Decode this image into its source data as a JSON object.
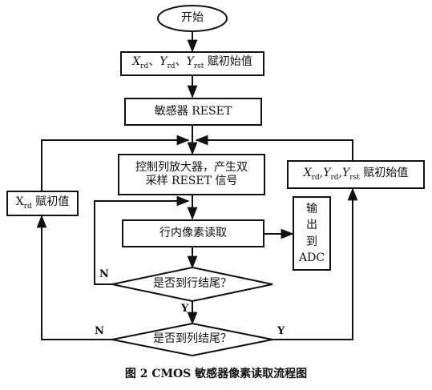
{
  "flowchart": {
    "start": "开始",
    "init_all": {
      "v1": "X",
      "s1": "rd",
      "sep1": "、",
      "v2": "Y",
      "s2": "rd",
      "sep2": "、",
      "v3": "Y",
      "s3": "rst",
      "tail": "赋初始值"
    },
    "sensor_reset": "敏感器 RESET",
    "control_line1": "控制列放大器，产生双",
    "control_line2": "采样 RESET 信号",
    "read_row": "行内像素读取",
    "output_chars": [
      "输",
      "出",
      "到",
      "ADC"
    ],
    "row_end_q": "是否到行结尾？",
    "col_end_q": "是否到列结尾？",
    "x_init": {
      "v": "X",
      "s": "rd",
      "tail": "赋初值"
    },
    "xy_init": {
      "v1": "X",
      "s1": "rd",
      "sep1": ",",
      "v2": "Y",
      "s2": "rd",
      "sep2": ",",
      "v3": "Y",
      "s3": "rst",
      "tail": "赋初始值"
    },
    "label_n_row": "N",
    "label_y_row": "Y",
    "label_n_col": "N",
    "label_y_col": "Y"
  },
  "caption": "图 2  CMOS 敏感器像素读取流程图"
}
